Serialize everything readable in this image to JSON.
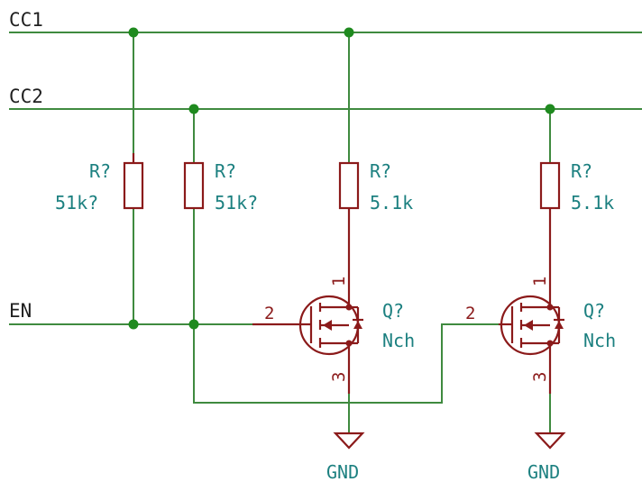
{
  "nets": {
    "cc1": "CC1",
    "cc2": "CC2",
    "en": "EN"
  },
  "resistors": [
    {
      "ref": "R?",
      "value": "51k?"
    },
    {
      "ref": "R?",
      "value": "51k?"
    },
    {
      "ref": "R?",
      "value": "5.1k"
    },
    {
      "ref": "R?",
      "value": "5.1k"
    }
  ],
  "transistors": [
    {
      "ref": "Q?",
      "value": "Nch",
      "pin_gate": "2",
      "pin_drain": "1",
      "pin_source": "3"
    },
    {
      "ref": "Q?",
      "value": "Nch",
      "pin_gate": "2",
      "pin_drain": "1",
      "pin_source": "3"
    }
  ],
  "grounds": [
    {
      "label": "GND"
    },
    {
      "label": "GND"
    }
  ],
  "colors": {
    "wire": "#3f8a3f",
    "junction": "#1f8a1f",
    "component": "#8b1a1a",
    "reference_text": "#1c8080",
    "net_text": "#1f1f1f"
  }
}
